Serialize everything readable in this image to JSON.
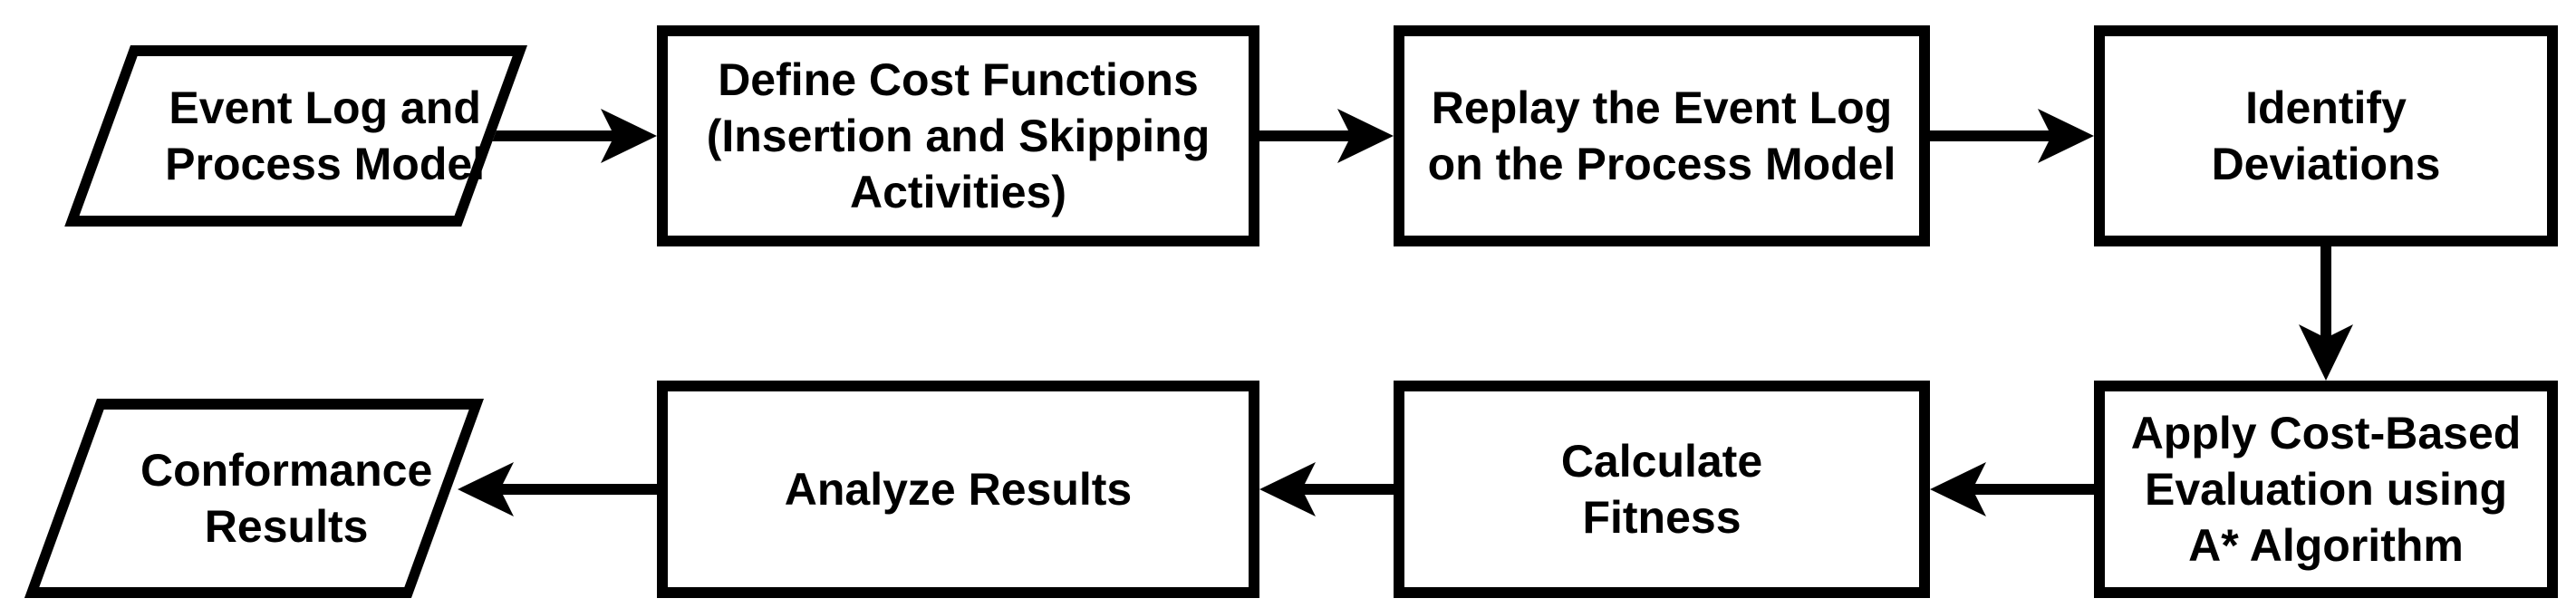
{
  "diagram": {
    "type": "flowchart",
    "background_color": "#ffffff",
    "shape_fill": "#ffffff",
    "stroke_color": "#000000",
    "text_color": "#000000",
    "nodes": [
      {
        "id": "input",
        "shape": "parallelogram",
        "label": "Event Log and\nProcess Model"
      },
      {
        "id": "define-costs",
        "shape": "rectangle",
        "label": "Define Cost Functions\n(Insertion and Skipping\nActivities)"
      },
      {
        "id": "replay-log",
        "shape": "rectangle",
        "label": "Replay the Event Log\non the Process Model"
      },
      {
        "id": "identify-deviations",
        "shape": "rectangle",
        "label": "Identify\nDeviations"
      },
      {
        "id": "apply-cost-eval",
        "shape": "rectangle",
        "label": "Apply Cost-Based\nEvaluation using\nA* Algorithm"
      },
      {
        "id": "calculate-fitness",
        "shape": "rectangle",
        "label": "Calculate\nFitness"
      },
      {
        "id": "analyze-results",
        "shape": "rectangle",
        "label": "Analyze Results"
      },
      {
        "id": "output",
        "shape": "parallelogram",
        "label": "Conformance\nResults"
      }
    ],
    "edges": [
      {
        "from": "input",
        "to": "define-costs",
        "direction": "right"
      },
      {
        "from": "define-costs",
        "to": "replay-log",
        "direction": "right"
      },
      {
        "from": "replay-log",
        "to": "identify-deviations",
        "direction": "right"
      },
      {
        "from": "identify-deviations",
        "to": "apply-cost-eval",
        "direction": "down"
      },
      {
        "from": "apply-cost-eval",
        "to": "calculate-fitness",
        "direction": "left"
      },
      {
        "from": "calculate-fitness",
        "to": "analyze-results",
        "direction": "left"
      },
      {
        "from": "analyze-results",
        "to": "output",
        "direction": "left"
      }
    ]
  }
}
